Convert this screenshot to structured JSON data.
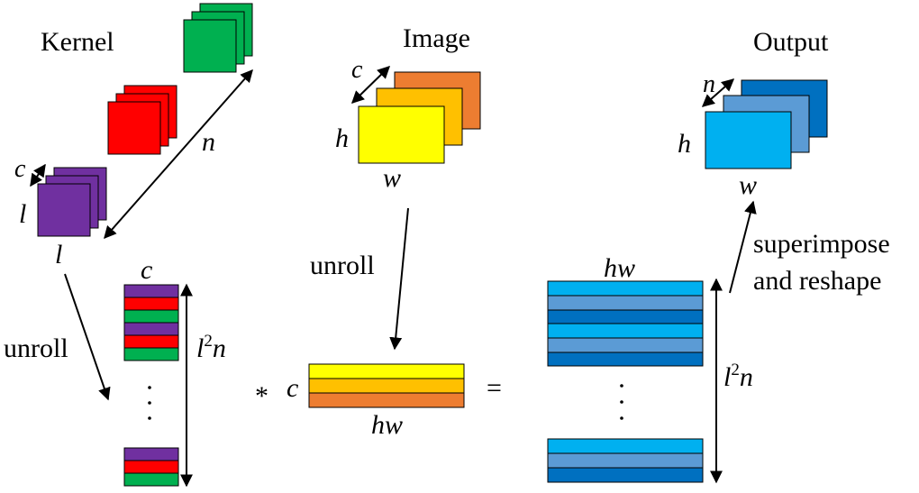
{
  "labels": {
    "kernel": "Kernel",
    "image": "Image",
    "output": "Output",
    "kernel_c": "c",
    "kernel_l_side": "l",
    "kernel_l_bottom": "l",
    "kernel_n": "n",
    "image_c": "c",
    "image_h": "h",
    "image_w": "w",
    "output_n": "n",
    "output_h": "h",
    "output_w": "w",
    "unroll_left": "unroll",
    "unroll_mid": "unroll",
    "superimpose_line1": "superimpose",
    "superimpose_line2": "and reshape",
    "kmatrix_c": "c",
    "kmatrix_l2n_l": "l",
    "kmatrix_l2n_exp": "2",
    "kmatrix_l2n_n": "n",
    "multiply": "*",
    "imatrix_c": "c",
    "imatrix_hw": "hw",
    "equals": "=",
    "omatrix_hw": "hw",
    "omatrix_l2n_l": "l",
    "omatrix_l2n_exp": "2",
    "omatrix_l2n_n": "n"
  },
  "colors": {
    "kernel_purple": "#7030a0",
    "kernel_red": "#ff0000",
    "kernel_green": "#00b050",
    "image_yellow": "#ffff00",
    "image_amber": "#ffc000",
    "image_orange": "#ed7d31",
    "output_cyan": "#00b0f0",
    "output_mid": "#5b9bd5",
    "output_dark": "#0070c0"
  }
}
